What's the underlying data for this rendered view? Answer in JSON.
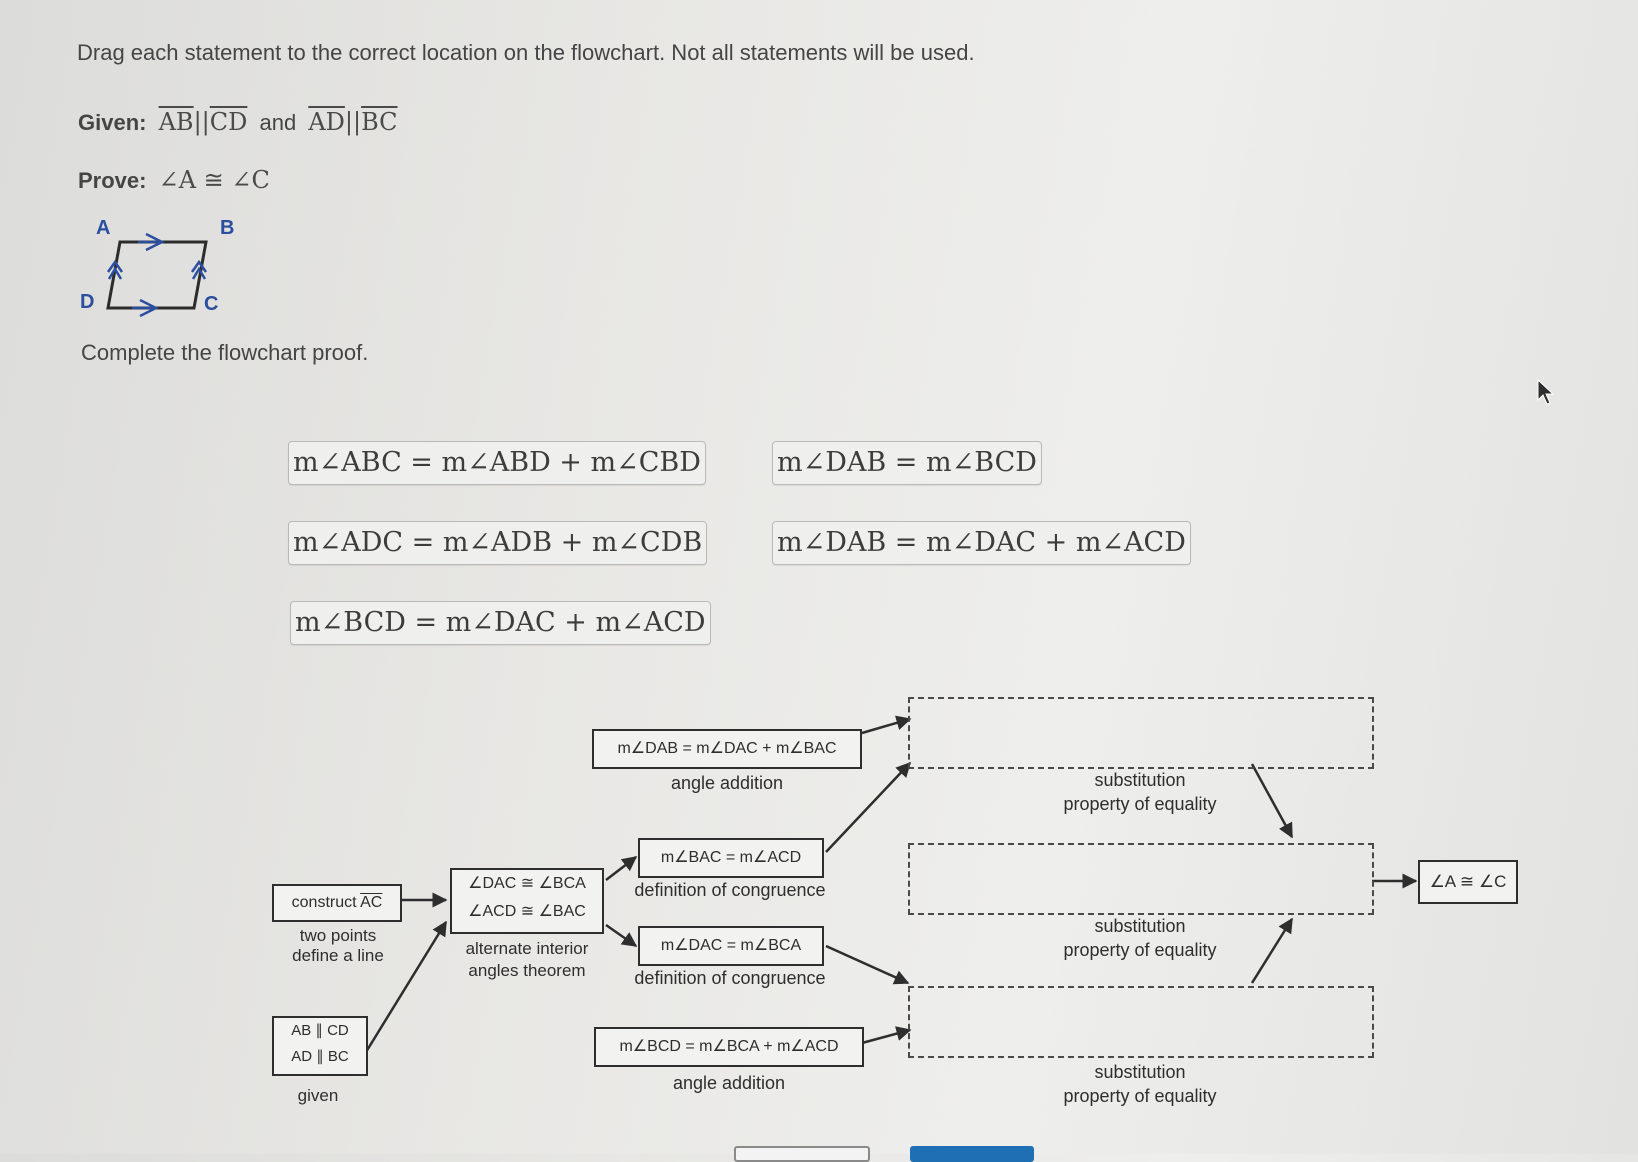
{
  "instructions": "Drag each statement to the correct location on the flowchart. Not all statements will be used.",
  "given": {
    "label": "Given:",
    "seg1": "AB",
    "par": "||",
    "seg2": "CD",
    "and": "and",
    "seg3": "AD",
    "seg4": "BC"
  },
  "prove": {
    "label": "Prove:",
    "statement": "∠A ≅ ∠C"
  },
  "figure": {
    "A": "A",
    "B": "B",
    "C": "C",
    "D": "D"
  },
  "complete_text": "Complete the flowchart proof.",
  "statements": [
    "m∠ABC = m∠ABD + m∠CBD",
    "m∠DAB = m∠BCD",
    "m∠ADC = m∠ADB + m∠CDB",
    "m∠DAB = m∠DAC + m∠ACD",
    "m∠BCD = m∠DAC + m∠ACD"
  ],
  "flowchart": {
    "construct_box": "construct AC",
    "construct_seg": "AC",
    "construct_prefix": "construct ",
    "construct_reason_1": "two points",
    "construct_reason_2": "define a line",
    "given_box_1": "AB ∥ CD",
    "given_box_2": "AD ∥ BC",
    "given_reason": "given",
    "alt_box_1": "∠DAC ≅ ∠BCA",
    "alt_box_2": "∠ACD ≅ ∠BAC",
    "alt_reason_1": "alternate interior",
    "alt_reason_2": "angles theorem",
    "top_box": "m∠DAB = m∠DAC + m∠BAC",
    "top_reason": "angle addition",
    "bac_box": "m∠BAC = m∠ACD",
    "bac_reason": "definition of congruence",
    "dac_box": "m∠DAC = m∠BCA",
    "dac_reason": "definition of congruence",
    "bcd_box": "m∠BCD = m∠BCA + m∠ACD",
    "bcd_reason": "angle addition",
    "sub1_a": "substitution",
    "sub1_b": "property of equality",
    "sub2_a": "substitution",
    "sub2_b": "property of equality",
    "sub3_a": "substitution",
    "sub3_b": "property of equality",
    "final_box": "∠A ≅ ∠C"
  },
  "colors": {
    "primary_button": "#1f6fb5"
  }
}
